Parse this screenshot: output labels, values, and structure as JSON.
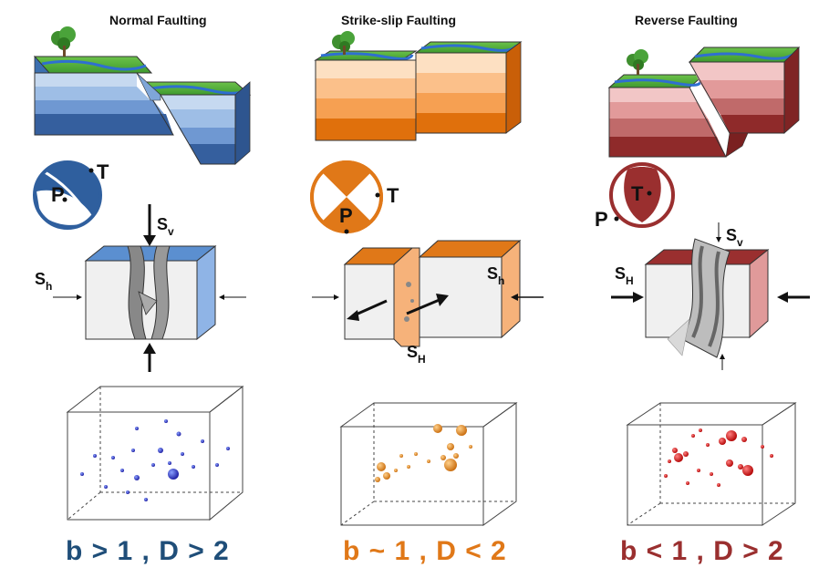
{
  "panels": [
    {
      "title": "Normal Faulting",
      "formula": "b > 1 , D > 2",
      "color": "#1f4e79",
      "beachball": {
        "p_label": "P",
        "t_label": "T"
      },
      "stress": {
        "sv": "S",
        "sv_sub": "v",
        "sh": "S",
        "sh_sub": "h"
      }
    },
    {
      "title": "Strike-slip Faulting",
      "formula": "b ~ 1 , D < 2",
      "color": "#e07818",
      "beachball": {
        "p_label": "P",
        "t_label": "T"
      },
      "stress": {
        "sh": "S",
        "sh_sub": "h",
        "sH": "S",
        "sH_sub": "H"
      }
    },
    {
      "title": "Reverse Faulting",
      "formula": "b < 1 , D > 2",
      "color": "#9a2f2f",
      "beachball": {
        "p_label": "P",
        "t_label": "T"
      },
      "stress": {
        "sv": "S",
        "sv_sub": "v",
        "sH": "S",
        "sH_sub": "H"
      }
    }
  ]
}
